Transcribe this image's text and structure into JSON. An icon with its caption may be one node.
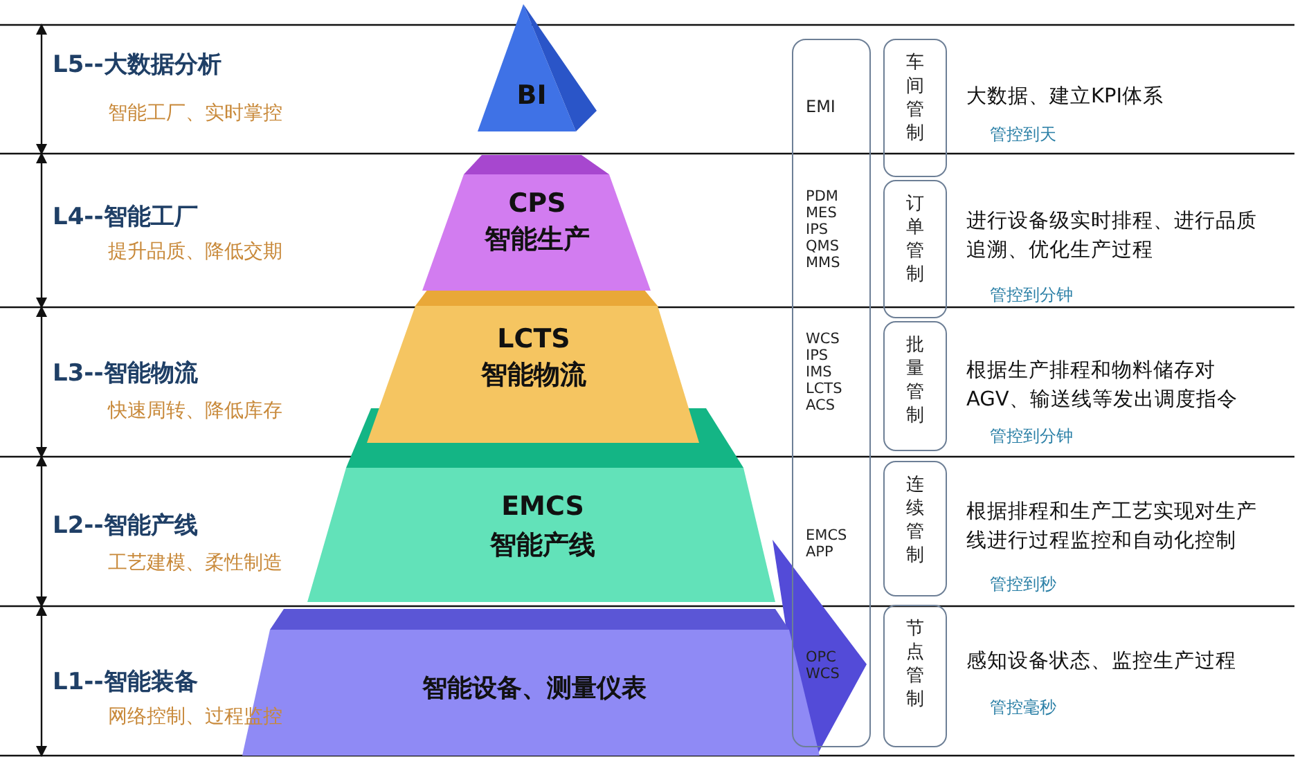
{
  "diagram": {
    "nodes": [
      {
        "text": [
          "BI"
        ]
      },
      {
        "text": [
          "CPS",
          "智能生产"
        ]
      },
      {
        "text": [
          "LCTS",
          "智能物流"
        ]
      },
      {
        "text": [
          "EMCS",
          "智能产线"
        ]
      },
      {
        "text": [
          "智能设备、测量仪表"
        ]
      },
      {
        "text": [
          "EMI",
          "PDM MES IPS QMS MMS",
          "WCS IPS IMS LCTS ACS",
          "EMCS APP",
          "OPC WCS"
        ]
      },
      {
        "text": [
          "车间管制"
        ]
      },
      {
        "text": [
          "订单管制"
        ]
      },
      {
        "text": [
          "批量管制"
        ]
      },
      {
        "text": [
          "连续管制"
        ]
      },
      {
        "text": [
          "节点管制"
        ]
      }
    ],
    "labels": [
      "L5--大数据分析",
      "智能工厂、实时掌控",
      "大数据、建立KPI体系",
      "管控到天",
      "L4--智能工厂",
      "提升品质、降低交期",
      "进行设备级实时排程、进行品质追溯、优化生产过程",
      "管控到分钟",
      "L3--智能物流",
      "快速周转、降低库存",
      "根据生产排程和物料储存对AGV、输送线等发出调度指令",
      "管控到分钟",
      "L2--智能产线",
      "工艺建模、柔性制造",
      "根据排程和生产工艺实现对生产线进行过程监控和自动化控制",
      "管控到秒",
      "L1--智能装备",
      "网络控制、过程监控",
      "感知设备状态、监控生产过程",
      "管控毫秒"
    ]
  }
}
